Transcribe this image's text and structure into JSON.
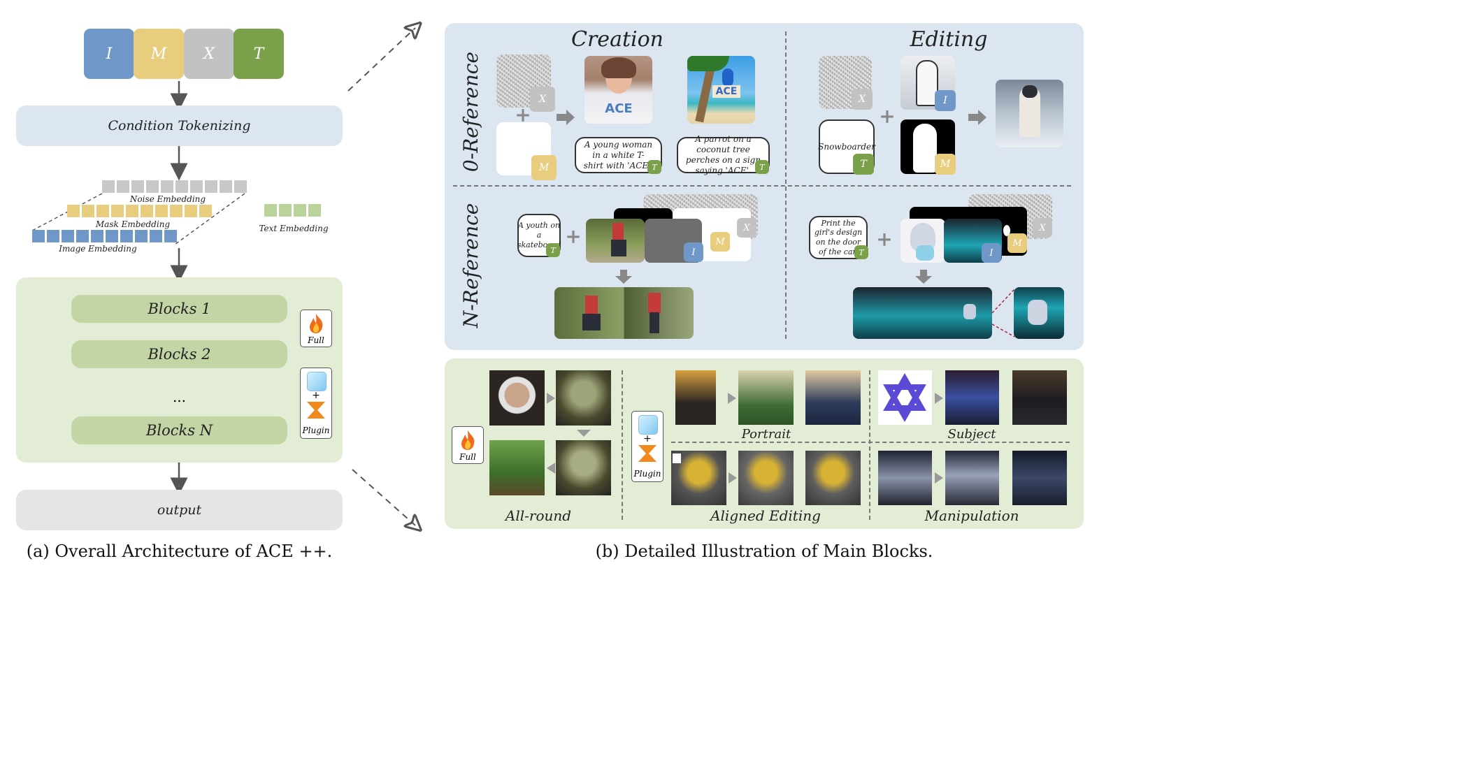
{
  "colors": {
    "image": "#6f97c7",
    "mask": "#e8cd7f",
    "noise": "#c2c2c2",
    "text": "#7aa14a",
    "blue_panel": "#dce6f1",
    "green_panel": "#e3ecd4",
    "block": "#c4d5a5",
    "output": "#e5e5e5"
  },
  "architecture": {
    "tokens": [
      {
        "label": "I",
        "color": "#6f97c7"
      },
      {
        "label": "M",
        "color": "#e8cd7f"
      },
      {
        "label": "X",
        "color": "#c2c2c2"
      },
      {
        "label": "T",
        "color": "#7aa14a"
      }
    ],
    "condition_tokenizing": "Condition Tokenizing",
    "noise_embedding": "Noise Embedding",
    "mask_embedding": "Mask Embedding",
    "image_embedding": "Image Embedding",
    "text_embedding": "Text Embedding",
    "blocks": [
      "Blocks 1",
      "Blocks 2",
      "...",
      "Blocks N"
    ],
    "full_label": "Full",
    "plugin_label": "Plugin",
    "plus": "+",
    "output": "output",
    "caption": "(a) Overall Architecture of ACE ++."
  },
  "detail": {
    "creation": "Creation",
    "editing": "Editing",
    "zero_reference": "0-Reference",
    "n_reference": "N-Reference",
    "prompt_woman": "A young woman in a white T-shirt with 'ACE'.",
    "prompt_parrot": "A parrot on a coconut tree perches on a sign saying 'ACE'.",
    "prompt_snowboarder": "Snowboarder",
    "prompt_youth": "A youth on a skateboard",
    "prompt_girl": "Print the girl's design on the door of the car.",
    "badge_x": "X",
    "badge_m": "M",
    "badge_t": "T",
    "badge_i": "I",
    "plus": "+",
    "tshirt_text": "ACE",
    "parrot_sign": "ACE",
    "caption": "(b) Detailed Illustration of Main Blocks."
  },
  "applications": {
    "full_label": "Full",
    "plugin_label": "Plugin",
    "plus": "+",
    "all_round": "All-round",
    "portrait": "Portrait",
    "subject": "Subject",
    "aligned_editing": "Aligned Editing",
    "manipulation": "Manipulation"
  },
  "icons": [
    "fire-icon",
    "ice-cube-icon",
    "lora-icon"
  ]
}
